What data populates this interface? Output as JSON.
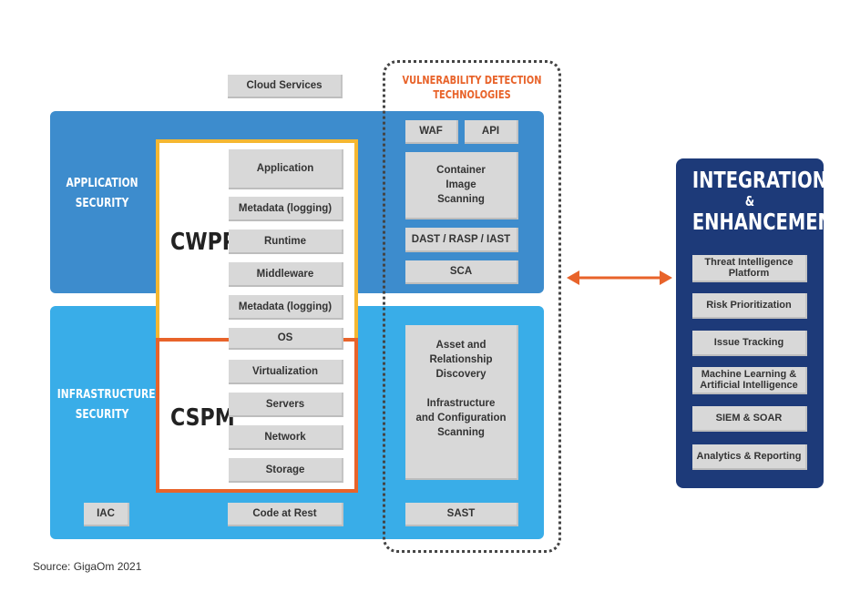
{
  "top": {
    "cloud_services": "Cloud Services"
  },
  "bands": {
    "application_security": [
      "APPLICATION",
      "SECURITY"
    ],
    "infrastructure_security": [
      "INFRASTRUCTURE",
      "SECURITY"
    ]
  },
  "cwpp": {
    "label": "CWPP",
    "items": [
      "Application",
      "Metadata (logging)",
      "Runtime",
      "Middleware",
      "Metadata (logging)",
      "OS"
    ]
  },
  "cspm": {
    "label": "CSPM",
    "items": [
      "Virtualization",
      "Servers",
      "Network",
      "Storage"
    ]
  },
  "bottom": {
    "iac": "IAC",
    "code_at_rest": "Code at Rest",
    "sast": "SAST"
  },
  "vulnerability_detection": {
    "title": [
      "VULNERABILITY DETECTION",
      "TECHNOLOGIES"
    ],
    "waf": "WAF",
    "api": "API",
    "container_image_scanning": [
      "Container",
      "Image",
      "Scanning"
    ],
    "dast_rasp_iast": "DAST / RASP / IAST",
    "sca": "SCA",
    "asset_discovery": [
      "Asset and",
      "Relationship",
      "Discovery"
    ],
    "infra_config_scanning": [
      "Infrastructure",
      "and Configuration",
      "Scanning"
    ]
  },
  "integrations": {
    "title_line1": "INTEGRATIONS",
    "title_line2": "&",
    "title_line3": "ENHANCEMENTS",
    "items": [
      [
        "Threat Intelligence",
        "Platform"
      ],
      [
        "Risk Prioritization"
      ],
      [
        "Issue Tracking"
      ],
      [
        "Machine Learning &",
        "Artificial Intelligence"
      ],
      [
        "SIEM & SOAR"
      ],
      [
        "Analytics & Reporting"
      ]
    ]
  },
  "colors": {
    "app_band": "#3d8ccd",
    "infra_band": "#39ade8",
    "cwpp_border": "#f5b731",
    "cspm_border": "#e8632a",
    "vuln_title": "#e8632a",
    "integrations_panel": "#1d3a79",
    "arrow": "#e8632a",
    "box": "#d8d8d8"
  },
  "source": "Source: GigaOm 2021"
}
